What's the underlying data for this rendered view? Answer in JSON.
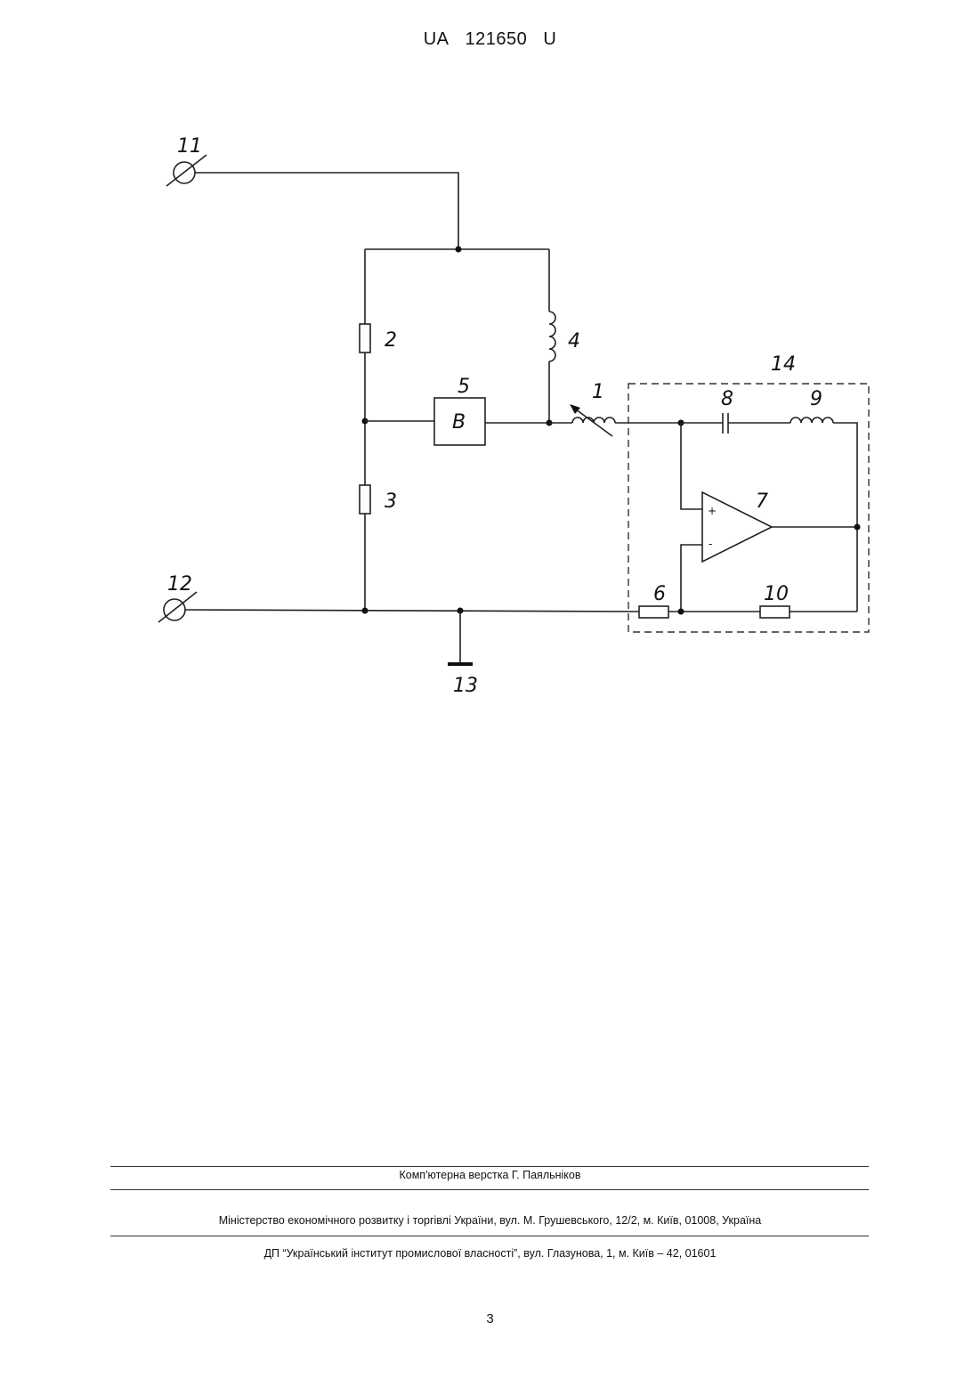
{
  "header": {
    "country": "UA",
    "number": "121650",
    "kind": "U"
  },
  "figure": {
    "labels": {
      "terminal_11": "11",
      "terminal_12": "12",
      "ground_13": "13",
      "block_14": "14",
      "inductor_1": "1",
      "resistor_2": "2",
      "resistor_3": "3",
      "inductor_4": "4",
      "block_5": "5",
      "block_5_letter": "B",
      "resistor_6": "6",
      "opamp_7": "7",
      "capacitor_8": "8",
      "inductor_9": "9",
      "resistor_10": "10",
      "opamp_plus": "+",
      "opamp_minus": "-"
    }
  },
  "footer": {
    "typesetting": "Комп'ютерна верстка Г. Паяльніков",
    "ministry": "Міністерство економічного розвитку і торгівлі України, вул. М. Грушевського, 12/2, м. Київ, 01008, Україна",
    "institute": "ДП “Український інститут промислової власності”, вул. Глазунова, 1, м. Київ – 42, 01601"
  },
  "page_number": "3"
}
